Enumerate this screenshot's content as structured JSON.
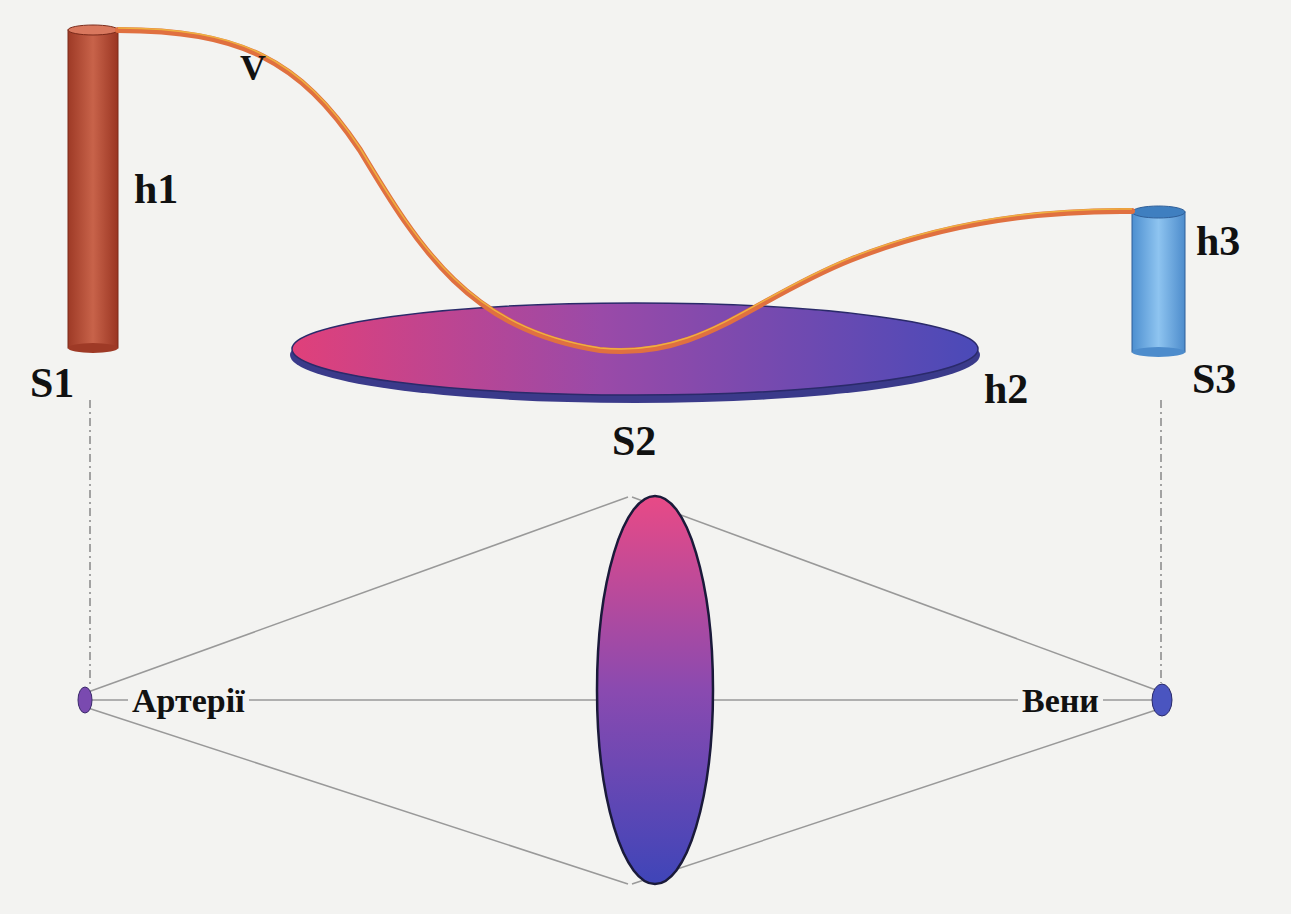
{
  "diagram": {
    "labels": [
      "V",
      "h1",
      "S1",
      "S2",
      "h2",
      "h3",
      "S3",
      "Артерії",
      "Вени"
    ]
  }
}
